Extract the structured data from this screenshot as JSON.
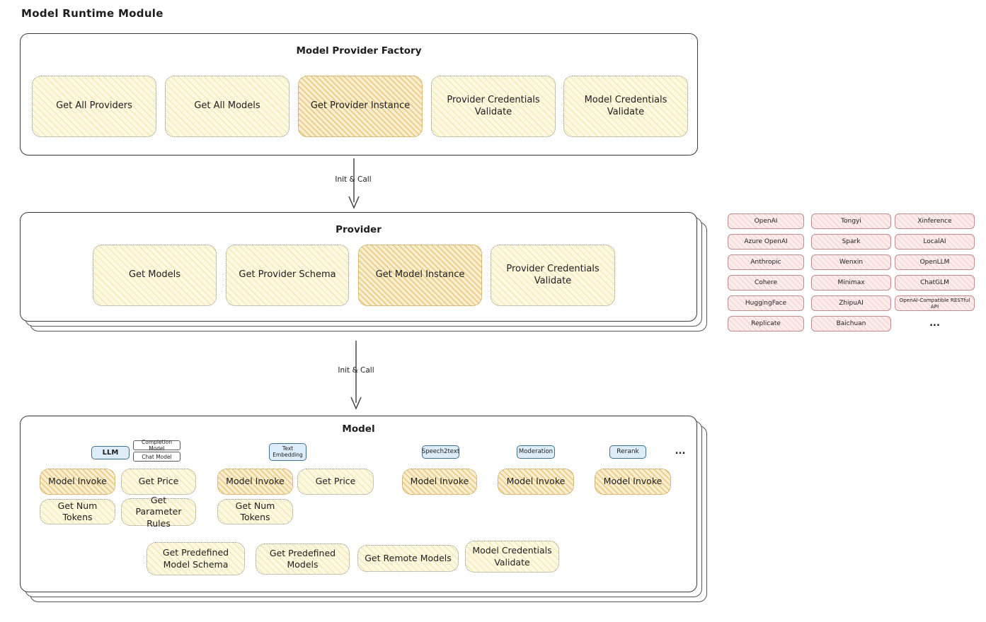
{
  "page": {
    "title": "Model Runtime Module"
  },
  "arrows": {
    "factory_to_provider_label": "Init & Call",
    "provider_to_model_label": "Init & Call"
  },
  "factory": {
    "title": "Model Provider Factory",
    "items": [
      {
        "label": "Get All Providers",
        "highlight": false
      },
      {
        "label": "Get All Models",
        "highlight": false
      },
      {
        "label": "Get Provider Instance",
        "highlight": true
      },
      {
        "label": "Provider Credentials Validate",
        "highlight": false
      },
      {
        "label": "Model Credentials Validate",
        "highlight": false
      }
    ]
  },
  "provider": {
    "title": "Provider",
    "items": [
      {
        "label": "Get Models",
        "highlight": false
      },
      {
        "label": "Get Provider Schema",
        "highlight": false
      },
      {
        "label": "Get Model Instance",
        "highlight": true
      },
      {
        "label": "Provider Credentials Validate",
        "highlight": false
      }
    ]
  },
  "providers_grid": {
    "col1": [
      "OpenAI",
      "Azure OpenAI",
      "Anthropic",
      "Cohere",
      "HuggingFace",
      "Replicate"
    ],
    "col2": [
      "Tongyi",
      "Spark",
      "Wenxin",
      "Minimax",
      "ZhipuAI",
      "Baichuan"
    ],
    "col3": [
      "Xinference",
      "LocalAI",
      "OpenLLM",
      "ChatGLM",
      "OpenAI-Compatible RESTful API"
    ],
    "more": "..."
  },
  "model": {
    "title": "Model",
    "tags": {
      "llm": "LLM",
      "completion_model": "Completion Model",
      "chat_model": "Chat Model",
      "text_embedding": "Text Embedding",
      "speech2text": "Speech2text",
      "moderation": "Moderation",
      "rerank": "Rerank",
      "more": "..."
    },
    "methods": {
      "llm_model_invoke": "Model Invoke",
      "llm_get_price": "Get Price",
      "llm_get_num_tokens": "Get Num Tokens",
      "llm_get_parameter_rules": "Get Parameter Rules",
      "embedding_model_invoke": "Model Invoke",
      "embedding_get_price": "Get Price",
      "embedding_get_num_tokens": "Get Num Tokens",
      "speech2text_model_invoke": "Model Invoke",
      "moderation_model_invoke": "Model Invoke",
      "rerank_model_invoke": "Model Invoke"
    },
    "shared_methods": [
      "Get Predefined Model Schema",
      "Get Predefined Models",
      "Get Remote Models",
      "Model Credentials Validate"
    ]
  },
  "colors": {
    "yellow_node_bg": "#fdf8e1",
    "orange_node_bg": "#f9efd0",
    "blue_tag_bg": "#dcecf9",
    "pink_chip_bg": "#fcecec",
    "outline": "#3a3a3a"
  }
}
